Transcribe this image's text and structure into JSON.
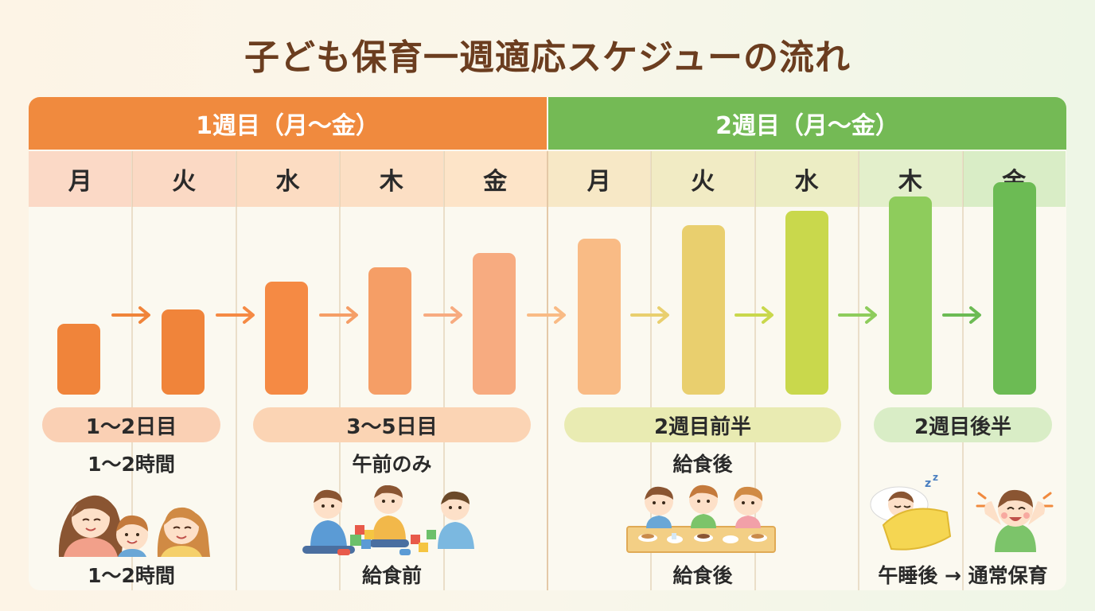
{
  "title": "子ども保育一週適応スケジューの流れ",
  "weeks": [
    {
      "label": "1週目（月〜金）",
      "color": "#f08a3e"
    },
    {
      "label": "2週目（月〜金）",
      "color": "#74ba55"
    }
  ],
  "days": [
    "月",
    "火",
    "水",
    "木",
    "金",
    "月",
    "火",
    "水",
    "木",
    "金"
  ],
  "chart_data": {
    "type": "bar",
    "categories": [
      "月",
      "火",
      "水",
      "木",
      "金",
      "月",
      "火",
      "水",
      "木",
      "金"
    ],
    "values": [
      1,
      1.2,
      1.6,
      1.8,
      2.0,
      2.2,
      2.4,
      2.6,
      2.8,
      3.0
    ],
    "colors": [
      "#f0843a",
      "#f0843a",
      "#f58a44",
      "#f59e66",
      "#f7ab80",
      "#f9bb85",
      "#e9cf6e",
      "#c9d84c",
      "#8ecc5c",
      "#6cbb54"
    ],
    "ylim": [
      0,
      3.4
    ]
  },
  "phases": [
    {
      "pill": "1〜2日目",
      "label_top": "1〜2時間",
      "label_bottom": "1〜2時間",
      "pill_color": "#fad0b4"
    },
    {
      "pill": "3〜5日目",
      "label_top": "午前のみ",
      "label_bottom": "給食前",
      "pill_color": "#fbd4b4"
    },
    {
      "pill": "2週目前半",
      "label_top": "給食後",
      "label_bottom": "給食後",
      "pill_color": "#e9ebb2"
    },
    {
      "pill": "2週目後半",
      "label_top": "",
      "label_bottom": "午睡後 → 通常保育",
      "pill_color": "#d9edc6"
    }
  ],
  "icons": [
    "family-illustration",
    "children-playing-blocks-illustration",
    "children-eating-lunch-illustration",
    "child-napping-illustration",
    "happy-child-illustration"
  ]
}
